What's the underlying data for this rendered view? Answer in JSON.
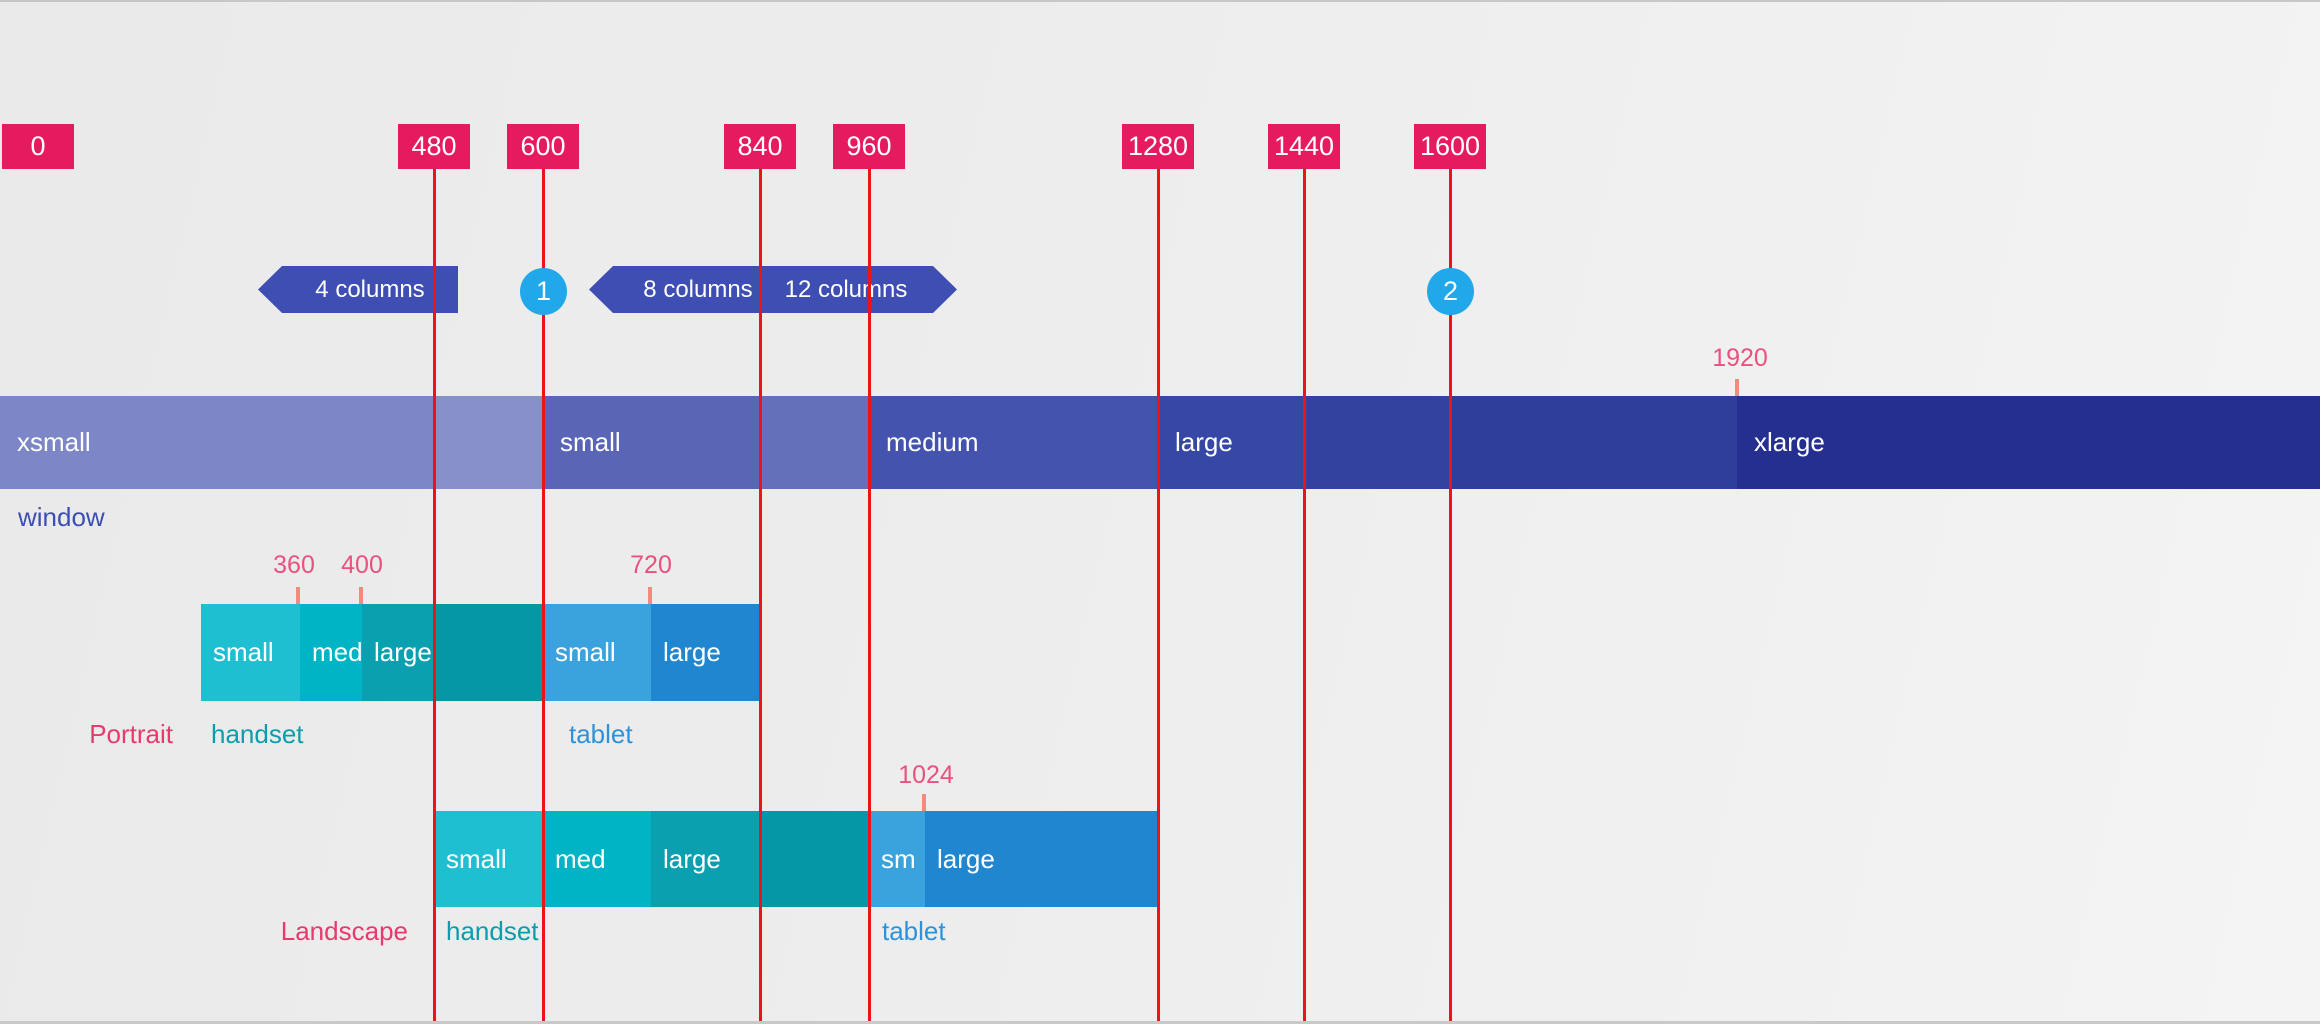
{
  "ruler": {
    "breakpoints": [
      {
        "label": "0"
      },
      {
        "label": "480"
      },
      {
        "label": "600"
      },
      {
        "label": "840"
      },
      {
        "label": "960"
      },
      {
        "label": "1280"
      },
      {
        "label": "1440"
      },
      {
        "label": "1600"
      }
    ]
  },
  "columns_row": {
    "chips": [
      {
        "label": "4 columns"
      },
      {
        "label": "8 columns"
      },
      {
        "label": "12 columns"
      }
    ],
    "markers": [
      {
        "label": "1"
      },
      {
        "label": "2"
      }
    ]
  },
  "window_band": {
    "caption": "window",
    "annotation": {
      "label": "1920"
    },
    "segments": [
      {
        "name": "xsmall-a",
        "label": "xsmall",
        "color": "#7d86c6"
      },
      {
        "name": "xsmall-b",
        "label": "",
        "color": "#8790cb"
      },
      {
        "name": "small-a",
        "label": "small",
        "color": "#5a65b5"
      },
      {
        "name": "small-b",
        "label": "",
        "color": "#6570bb"
      },
      {
        "name": "medium",
        "label": "medium",
        "color": "#4353ae"
      },
      {
        "name": "large-a",
        "label": "large",
        "color": "#3647a5"
      },
      {
        "name": "large-b",
        "label": "",
        "color": "#33429f"
      },
      {
        "name": "large-c",
        "label": "",
        "color": "#2f3d9b"
      },
      {
        "name": "xlarge",
        "label": "xlarge",
        "color": "#252f90"
      }
    ]
  },
  "portrait": {
    "row_label": "Portrait",
    "annotations": [
      {
        "label": "360"
      },
      {
        "label": "400"
      },
      {
        "label": "720"
      }
    ],
    "handset": {
      "caption": "handset",
      "cells": [
        {
          "label": "small",
          "color": "#1fbfd2"
        },
        {
          "label": "med",
          "color": "#00b4c5"
        },
        {
          "label": "large",
          "color": "#0aa0af"
        },
        {
          "label": "",
          "color": "#0597a5"
        }
      ]
    },
    "tablet": {
      "caption": "tablet",
      "cells": [
        {
          "label": "small",
          "color": "#3aa2dc"
        },
        {
          "label": "large",
          "color": "#2086cf"
        }
      ]
    }
  },
  "landscape": {
    "row_label": "Landscape",
    "annotations": [
      {
        "label": "1024"
      }
    ],
    "handset": {
      "caption": "handset",
      "cells": [
        {
          "label": "small",
          "color": "#1fbfd2"
        },
        {
          "label": "med",
          "color": "#00b4c5"
        },
        {
          "label": "large",
          "color": "#0aa0af"
        },
        {
          "label": "",
          "color": "#0597a5"
        }
      ]
    },
    "tablet": {
      "caption": "tablet",
      "cells": [
        {
          "label": "sm",
          "color": "#3aa2dc"
        },
        {
          "label": "large",
          "color": "#2086cf"
        }
      ]
    }
  },
  "colors": {
    "background": "#ededed",
    "breakpoint_chip": "#e61a5e",
    "breakpoint_line": "#ec1418",
    "tick": "#f4897d",
    "number_text": "#ea5080",
    "column_chip": "#3e4eb2",
    "marker_circle": "#20a8ea",
    "window_caption": "#3d4eb3",
    "handset_caption": "#0a9ead",
    "tablet_caption": "#2e92db"
  }
}
